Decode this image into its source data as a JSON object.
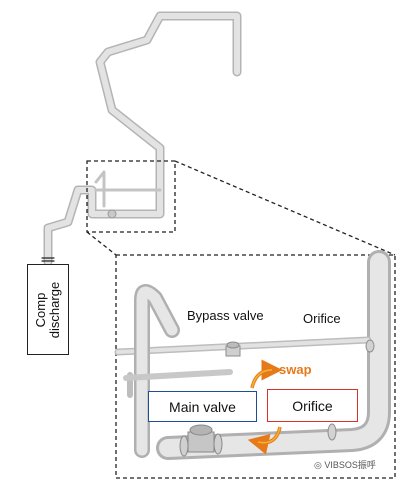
{
  "labels": {
    "comp_line1": "Comp",
    "comp_line2": "discharge",
    "bypass_valve": "Bypass valve",
    "orifice_top": "Orifice",
    "main_valve": "Main valve",
    "orifice_box": "Orifice",
    "swap": "swap",
    "watermark": "VIBSOS振呼"
  },
  "colors": {
    "pipe": "#d6d6d6",
    "pipe_edge": "#a9a9a9",
    "main_valve_border": "#1f4e99",
    "orifice_border": "#d9302b",
    "swap_arrow": "#e67a1a"
  },
  "icons": {
    "watermark_icon": "wechat-logo-icon"
  }
}
